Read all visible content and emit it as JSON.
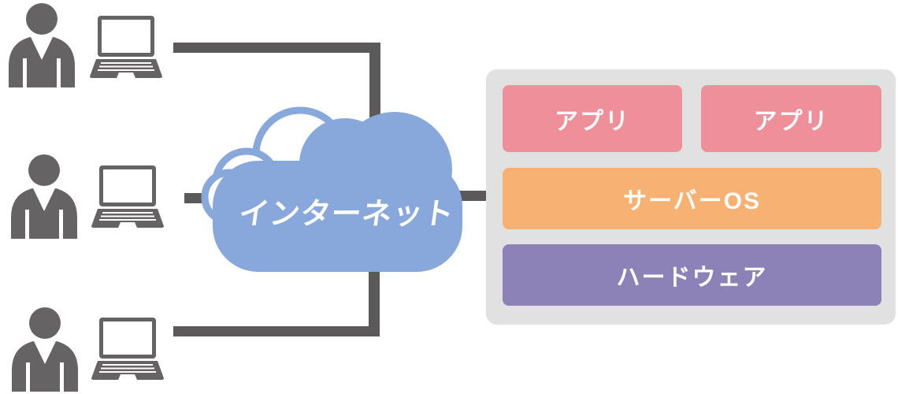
{
  "diagram": {
    "internet": {
      "label": "インターネット",
      "icon": "cloud-icon"
    },
    "users": [
      {
        "name": "user-1",
        "icons": [
          "person-icon",
          "laptop-icon"
        ]
      },
      {
        "name": "user-2",
        "icons": [
          "person-icon",
          "laptop-icon"
        ]
      },
      {
        "name": "user-3",
        "icons": [
          "person-icon",
          "laptop-icon"
        ]
      }
    ],
    "server": {
      "boxes": [
        {
          "id": "app-1",
          "label": "アプリ"
        },
        {
          "id": "app-2",
          "label": "アプリ"
        },
        {
          "id": "server-os",
          "label": "サーバーOS"
        },
        {
          "id": "hardware",
          "label": "ハードウェア"
        }
      ]
    },
    "colors": {
      "cloud_blue": "#88a8db",
      "box_pink": "#ee8f9a",
      "box_orange": "#f6b173",
      "box_purple": "#8d82b8",
      "panel_gray": "#e1e1e2",
      "icon_gray": "#666364",
      "line_gray": "#5b5959",
      "label_white": "#ffffff"
    }
  }
}
